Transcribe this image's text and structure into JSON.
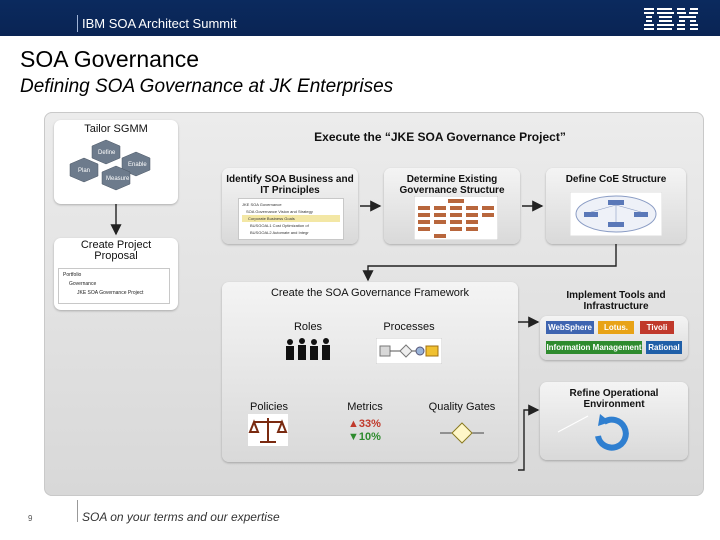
{
  "header": {
    "event": "IBM SOA Architect Summit",
    "logo": "IBM"
  },
  "title": "SOA Governance",
  "subtitle": "Defining SOA Governance at JK Enterprises",
  "tailor": {
    "label": "Tailor SGMM",
    "hex_labels": [
      "Define",
      "Enable",
      "Plan",
      "Measure"
    ]
  },
  "execute": {
    "label": "Execute the “JKE SOA Governance Project”"
  },
  "steps": {
    "identify": "Identify SOA Business and IT Principles",
    "determine": "Determine Existing Governance Structure",
    "define_coe": "Define CoE Structure",
    "create_proposal": "Create Project Proposal",
    "create_framework": "Create the SOA Governance Framework",
    "implement_tools": "Implement Tools and Infrastructure",
    "refine": "Refine Operational Environment"
  },
  "identify_tree": {
    "items": [
      "JKE SOA Governance",
      "SOA Governance Vision and Strategy",
      "Corporate Business Goals",
      "BUSGOAL1 Cost Optimization of",
      "BUSGOAL2 Automate and Integr"
    ]
  },
  "proposal_tree": {
    "items": [
      "Portfolio",
      "Governance",
      "JKE SOA Governance Project"
    ]
  },
  "framework": {
    "roles": "Roles",
    "processes": "Processes",
    "policies": "Policies",
    "metrics": "Metrics",
    "quality_gates": "Quality Gates",
    "metric_up": "33%",
    "metric_down": "10%"
  },
  "tools": {
    "websphere": "WebSphere",
    "lotus": "Lotus.",
    "tivoli": "Tivoli",
    "information_management": "Information Management",
    "rational": "Rational"
  },
  "footer": {
    "tagline": "SOA on your terms and our expertise",
    "page": "9"
  },
  "colors": {
    "header_bg": "#0b2a5e",
    "websphere": "#3e64b0",
    "lotus": "#e8a317",
    "tivoli": "#c0392b",
    "information_management": "#2e8b2e",
    "rational": "#1f5fa8",
    "metric_up": "#c0392b",
    "metric_down": "#2e8b2e"
  }
}
